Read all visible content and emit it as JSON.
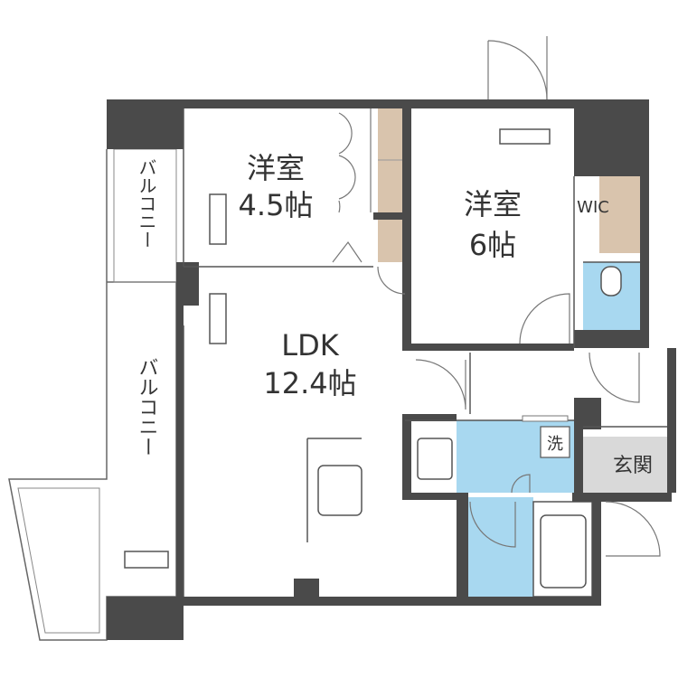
{
  "rooms": {
    "western_small": {
      "name": "洋室",
      "size": "4.5帖"
    },
    "western_large": {
      "name": "洋室",
      "size": "6帖"
    },
    "ldk": {
      "name": "LDK",
      "size": "12.4帖"
    },
    "wic": {
      "name": "WIC"
    },
    "laundry": {
      "name": "洗"
    },
    "entrance": {
      "name": "玄関"
    },
    "balcony_upper": {
      "name": "バルコニー"
    },
    "balcony_lower": {
      "name": "バルコニー"
    }
  },
  "colors": {
    "wall": "#4a4a4a",
    "closet": "#d9c4ad",
    "wet_area": "#a8d8f0",
    "entrance_floor": "#d9d9d9",
    "room_floor": "#ffffff"
  }
}
